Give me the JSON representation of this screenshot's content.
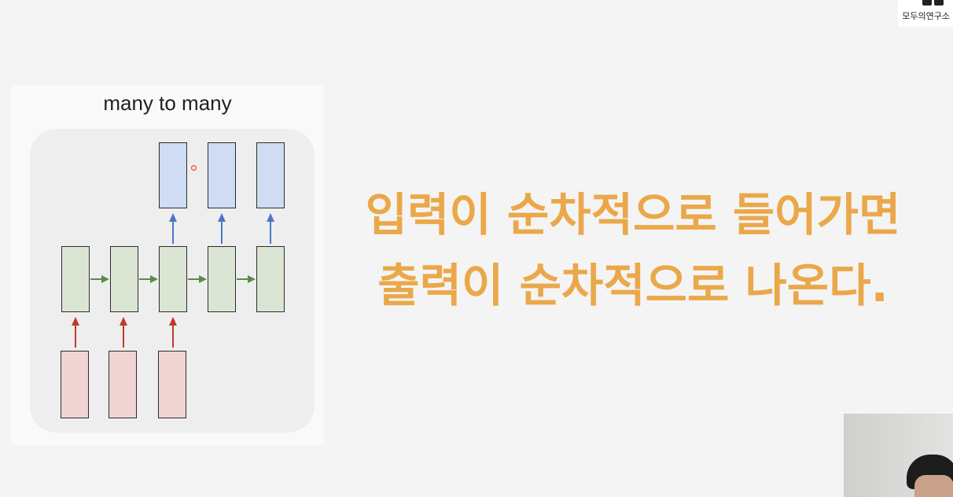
{
  "logo": {
    "text": "모두의연구소",
    "icon": "lab-logo-icon"
  },
  "diagram": {
    "title": "many to many",
    "colors": {
      "output_box": "#cfdcf3",
      "hidden_box": "#dbe5d4",
      "input_box": "#f0d4d4",
      "output_arrow": "#4a78c6",
      "recurrent_arrow": "#5a8c46",
      "input_arrow": "#c0392b"
    }
  },
  "caption": {
    "line1": "입력이 순차적으로 들어가면",
    "line2": "출력이 순차적으로 나온다.",
    "color": "#eaa84a"
  },
  "webcam": {
    "icon": "presenter-video-icon"
  }
}
